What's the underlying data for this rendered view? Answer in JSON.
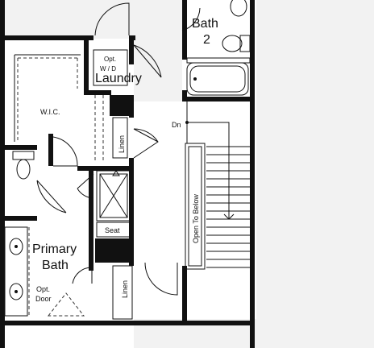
{
  "rooms": {
    "bath2": {
      "line1": "Bath",
      "line2": "2"
    },
    "laundry": "Laundry",
    "opt_wd": {
      "line1": "Opt.",
      "line2": "W / D"
    },
    "wic": "W.I.C.",
    "linen_upper": "Linen",
    "linen_lower": "Linen",
    "seat": "Seat",
    "primary_bath": {
      "line1": "Primary",
      "line2": "Bath"
    },
    "opt_door": {
      "line1": "Opt.",
      "line2": "Door"
    },
    "open_to_below": "Open To Below",
    "stair_dn": "Dn"
  },
  "colors": {
    "wall": "#111111",
    "floor": "#ffffff",
    "background": "#f2f2f2"
  }
}
